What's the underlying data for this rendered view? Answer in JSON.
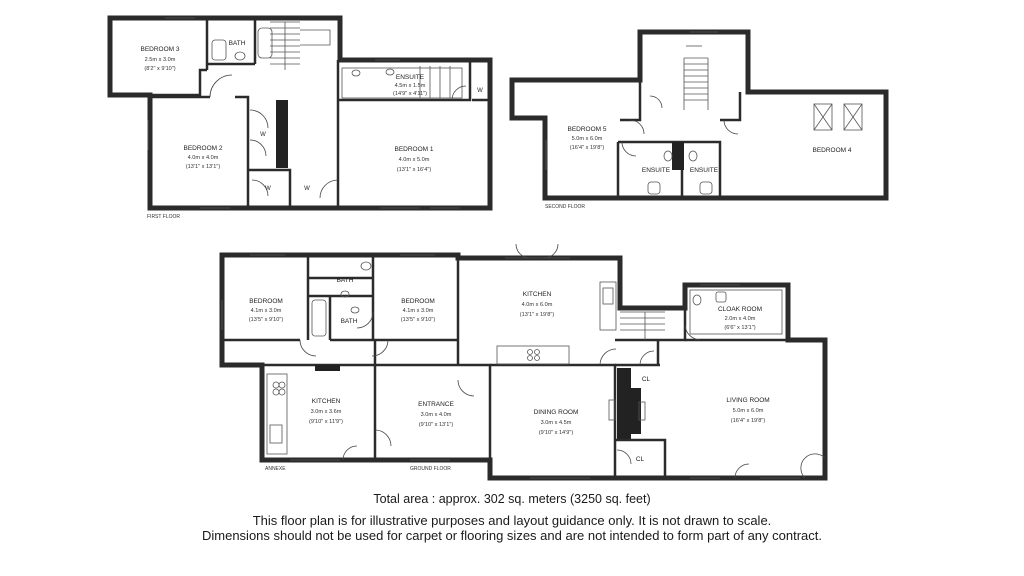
{
  "floors": {
    "first": "FIRST FLOOR",
    "second": "SECOND FLOOR",
    "ground": "GROUND FLOOR",
    "annexe": "ANNEXE"
  },
  "rooms": {
    "bedroom3": {
      "name": "BEDROOM 3",
      "m": "2.5m x 3.0m",
      "ft": "(8'2\" x 9'10\")"
    },
    "bath_ff": {
      "name": "BATH"
    },
    "ensuite_ff": {
      "name": "ENSUITE",
      "m": "4.5m x 1.5m",
      "ft": "(14'9\" x 4'11\")"
    },
    "bedroom2": {
      "name": "BEDROOM 2",
      "m": "4.0m x 4.0m",
      "ft": "(13'1\" x 13'1\")"
    },
    "bedroom1": {
      "name": "BEDROOM 1",
      "m": "4.0m x 5.0m",
      "ft": "(13'1\" x 16'4\")"
    },
    "bedroom5": {
      "name": "BEDROOM 5",
      "m": "5.0m x 6.0m",
      "ft": "(16'4\" x 19'8\")"
    },
    "ensuite_a": {
      "name": "ENSUITE"
    },
    "ensuite_b": {
      "name": "ENSUITE"
    },
    "bedroom4": {
      "name": "BEDROOM 4"
    },
    "annex_bed1": {
      "name": "BEDROOM",
      "m": "4.1m x 3.0m",
      "ft": "(13'5\" x 9'10\")"
    },
    "annex_bath1": {
      "name": "BATH"
    },
    "annex_bath2": {
      "name": "BATH"
    },
    "annex_bed2": {
      "name": "BEDROOM",
      "m": "4.1m x 3.0m",
      "ft": "(13'5\" x 9'10\")"
    },
    "kitchen_main": {
      "name": "KITCHEN",
      "m": "4.0m x 6.0m",
      "ft": "(13'1\" x 19'8\")"
    },
    "cloak": {
      "name": "CLOAK ROOM",
      "m": "2.0m x 4.0m",
      "ft": "(6'6\" x 13'1\")"
    },
    "annex_kitchen": {
      "name": "KITCHEN",
      "m": "3.0m x 3.6m",
      "ft": "(9'10\" x 11'9\")"
    },
    "entrance": {
      "name": "ENTRANCE",
      "m": "3.0m x 4.0m",
      "ft": "(9'10\" x 13'1\")"
    },
    "dining": {
      "name": "DINING ROOM",
      "m": "3.0m x 4.5m",
      "ft": "(9'10\" x 14'9\")"
    },
    "living": {
      "name": "LIVING ROOM",
      "m": "5.0m x 6.0m",
      "ft": "(16'4\" x 19'8\")"
    },
    "cl1": {
      "name": "CL"
    },
    "cl2": {
      "name": "CL"
    }
  },
  "wardrobe": "W",
  "footer": {
    "total": "Total area : approx. 302 sq. meters (3250 sq. feet)",
    "disclaimer1": "This floor plan is for illustrative purposes and layout guidance only. It is not drawn to scale.",
    "disclaimer2": "Dimensions should not be used for carpet or flooring sizes and are not intended to form part of any contract."
  }
}
